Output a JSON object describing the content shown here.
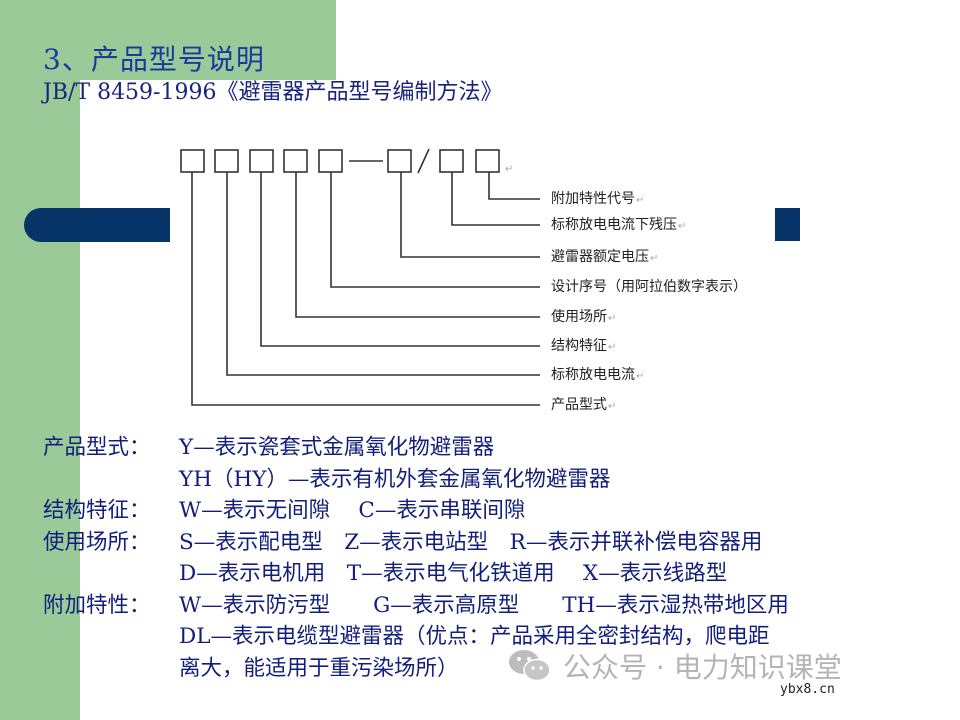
{
  "slide": {
    "title": "3、产品型号说明",
    "subtitle": "JB/T 8459-1996《避雷器产品型号编制方法》",
    "colors": {
      "green_band": "#9aca98",
      "navy": "#063468",
      "text_blue": "#121d7c",
      "title_blue": "#1a3a9e"
    }
  },
  "diagram": {
    "code_pattern": "□□□□□—□/□□",
    "labels": [
      "附加特性代号",
      "标称放电电流下残压",
      "避雷器额定电压",
      "设计序号（用阿拉伯数字表示）",
      "使用场所",
      "结构特征",
      "标称放电电流",
      "产品型式"
    ],
    "return_mark": "↵"
  },
  "definitions": [
    {
      "label": "产品型式：",
      "lines": [
        "Y—表示瓷套式金属氧化物避雷器",
        "YH（HY）—表示有机外套金属氧化物避雷器"
      ]
    },
    {
      "label": "结构特征：",
      "lines": [
        "W—表示无间隙　 C—表示串联间隙"
      ]
    },
    {
      "label": "使用场所：",
      "lines": [
        "S—表示配电型　Z—表示电站型　R—表示并联补偿电容器用",
        "D—表示电机用　T—表示电气化铁道用　 X—表示线路型"
      ]
    },
    {
      "label": "附加特性：",
      "lines": [
        "W—表示防污型　　G—表示高原型　　TH—表示湿热带地区用",
        "DL—表示电缆型避雷器（优点：产品采用全密封结构，爬电距"
      ]
    },
    {
      "label": "",
      "lines": [
        "离大，能适用于重污染场所）"
      ]
    }
  ],
  "watermark": {
    "text": "公众号 · 电力知识课堂",
    "icon": "wechat-icon",
    "site": "ybx8.cn"
  }
}
